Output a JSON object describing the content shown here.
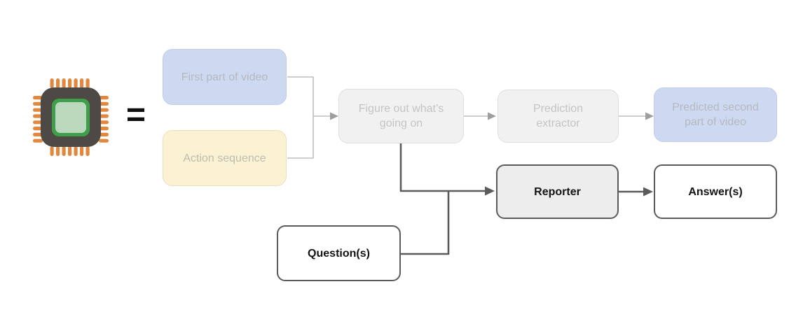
{
  "diagram": {
    "equals_sign": "=",
    "nodes": {
      "first_part": {
        "label": "First part of video",
        "state": "faded",
        "fill": "#cdd9f1"
      },
      "action_sequence": {
        "label": "Action sequence",
        "state": "faded",
        "fill": "#faf2d2"
      },
      "figure_out": {
        "lines": [
          "Figure out what’s",
          "going on"
        ],
        "state": "faded",
        "fill": "#f1f1f1"
      },
      "prediction_extractor": {
        "lines": [
          "Prediction",
          "extractor"
        ],
        "state": "faded",
        "fill": "#f1f1f1"
      },
      "predicted_second_part": {
        "lines": [
          "Predicted second",
          "part of video"
        ],
        "state": "faded",
        "fill": "#cdd9f1"
      },
      "reporter": {
        "label": "Reporter",
        "state": "active",
        "fill": "#ededed"
      },
      "answers": {
        "label": "Answer(s)",
        "state": "active",
        "fill": "#ffffff"
      },
      "questions": {
        "label": "Question(s)",
        "state": "active",
        "fill": "#ffffff"
      }
    },
    "icons": {
      "chip": "processor-chip-icon"
    },
    "colors": {
      "background": "#ffffff",
      "faded_text": "#bdbdbd",
      "active_text": "#141414",
      "faded_border": "#dedede",
      "dark_border": "#5b5b5b",
      "connector_light": "#bdbdbd",
      "connector_light_arrow": "#9e9e9e",
      "connector_dark": "#5b5b5b",
      "chip_body": "#4d4945",
      "chip_pins": "#e1873e",
      "chip_ring": "#3f9e4a",
      "chip_core": "#b9d8bc"
    }
  }
}
